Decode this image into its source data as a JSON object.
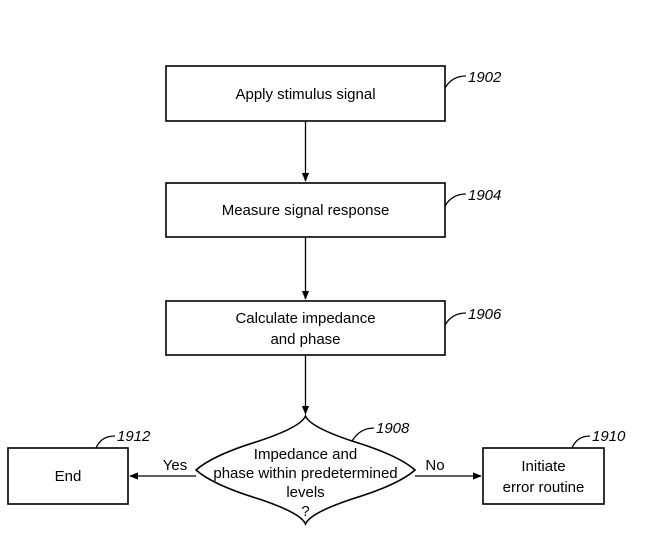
{
  "steps": {
    "apply": {
      "text": "Apply stimulus signal",
      "ref": "1902"
    },
    "measure": {
      "text": "Measure signal response",
      "ref": "1904"
    },
    "calculate": {
      "line1": "Calculate impedance",
      "line2": "and phase",
      "ref": "1906"
    },
    "decision": {
      "line1": "Impedance and",
      "line2": "phase within predetermined",
      "line3": "levels",
      "line4": "?",
      "ref": "1908"
    },
    "error": {
      "line1": "Initiate",
      "line2": "error routine",
      "ref": "1910"
    },
    "end": {
      "text": "End",
      "ref": "1912"
    }
  },
  "branches": {
    "yes": "Yes",
    "no": "No"
  }
}
